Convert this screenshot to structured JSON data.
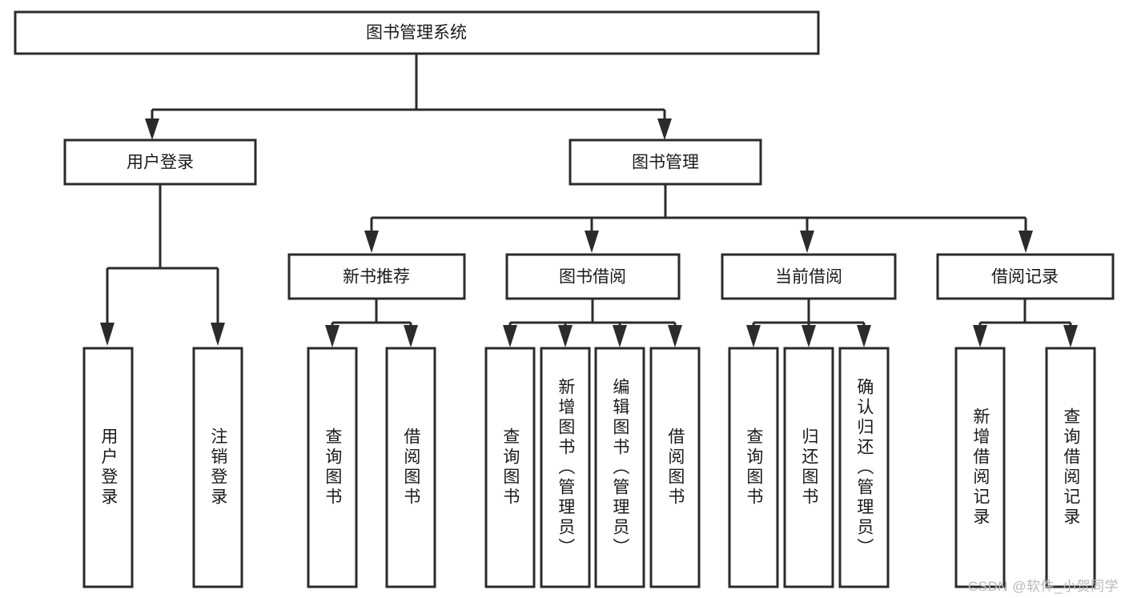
{
  "diagram": {
    "title": "图书管理系统",
    "type": "tree",
    "watermark": "CSDN @软件_小贺同学",
    "root": {
      "id": "root",
      "label": "图书管理系统"
    },
    "level2": [
      {
        "id": "user-login",
        "label": "用户登录"
      },
      {
        "id": "book-manage",
        "label": "图书管理"
      }
    ],
    "level3": [
      {
        "id": "new-book-rec",
        "label": "新书推荐",
        "parent": "book-manage"
      },
      {
        "id": "book-borrow",
        "label": "图书借阅",
        "parent": "book-manage"
      },
      {
        "id": "current-borrow",
        "label": "当前借阅",
        "parent": "book-manage"
      },
      {
        "id": "borrow-record",
        "label": "借阅记录",
        "parent": "book-manage"
      }
    ],
    "leaves": [
      {
        "id": "leaf-user-login",
        "label": "用户登录",
        "parent": "user-login"
      },
      {
        "id": "leaf-logout",
        "label": "注销登录",
        "parent": "user-login"
      },
      {
        "id": "leaf-query-book-1",
        "label": "查询图书",
        "parent": "new-book-rec"
      },
      {
        "id": "leaf-borrow-book-1",
        "label": "借阅图书",
        "parent": "new-book-rec"
      },
      {
        "id": "leaf-query-book-2",
        "label": "查询图书",
        "parent": "book-borrow"
      },
      {
        "id": "leaf-add-book",
        "label": "新增图书（管理员）",
        "parent": "book-borrow"
      },
      {
        "id": "leaf-edit-book",
        "label": "编辑图书（管理员）",
        "parent": "book-borrow"
      },
      {
        "id": "leaf-borrow-book-2",
        "label": "借阅图书",
        "parent": "book-borrow"
      },
      {
        "id": "leaf-query-book-3",
        "label": "查询图书",
        "parent": "current-borrow"
      },
      {
        "id": "leaf-return-book",
        "label": "归还图书",
        "parent": "current-borrow"
      },
      {
        "id": "leaf-confirm-return",
        "label": "确认归还（管理员）",
        "parent": "current-borrow"
      },
      {
        "id": "leaf-add-record",
        "label": "新增借阅记录",
        "parent": "borrow-record"
      },
      {
        "id": "leaf-query-record",
        "label": "查询借阅记录",
        "parent": "borrow-record"
      }
    ],
    "colors": {
      "stroke": "#2b2b2b",
      "fill": "#ffffff",
      "text": "#1a1a1a",
      "watermark": "#b9b9b9"
    }
  }
}
